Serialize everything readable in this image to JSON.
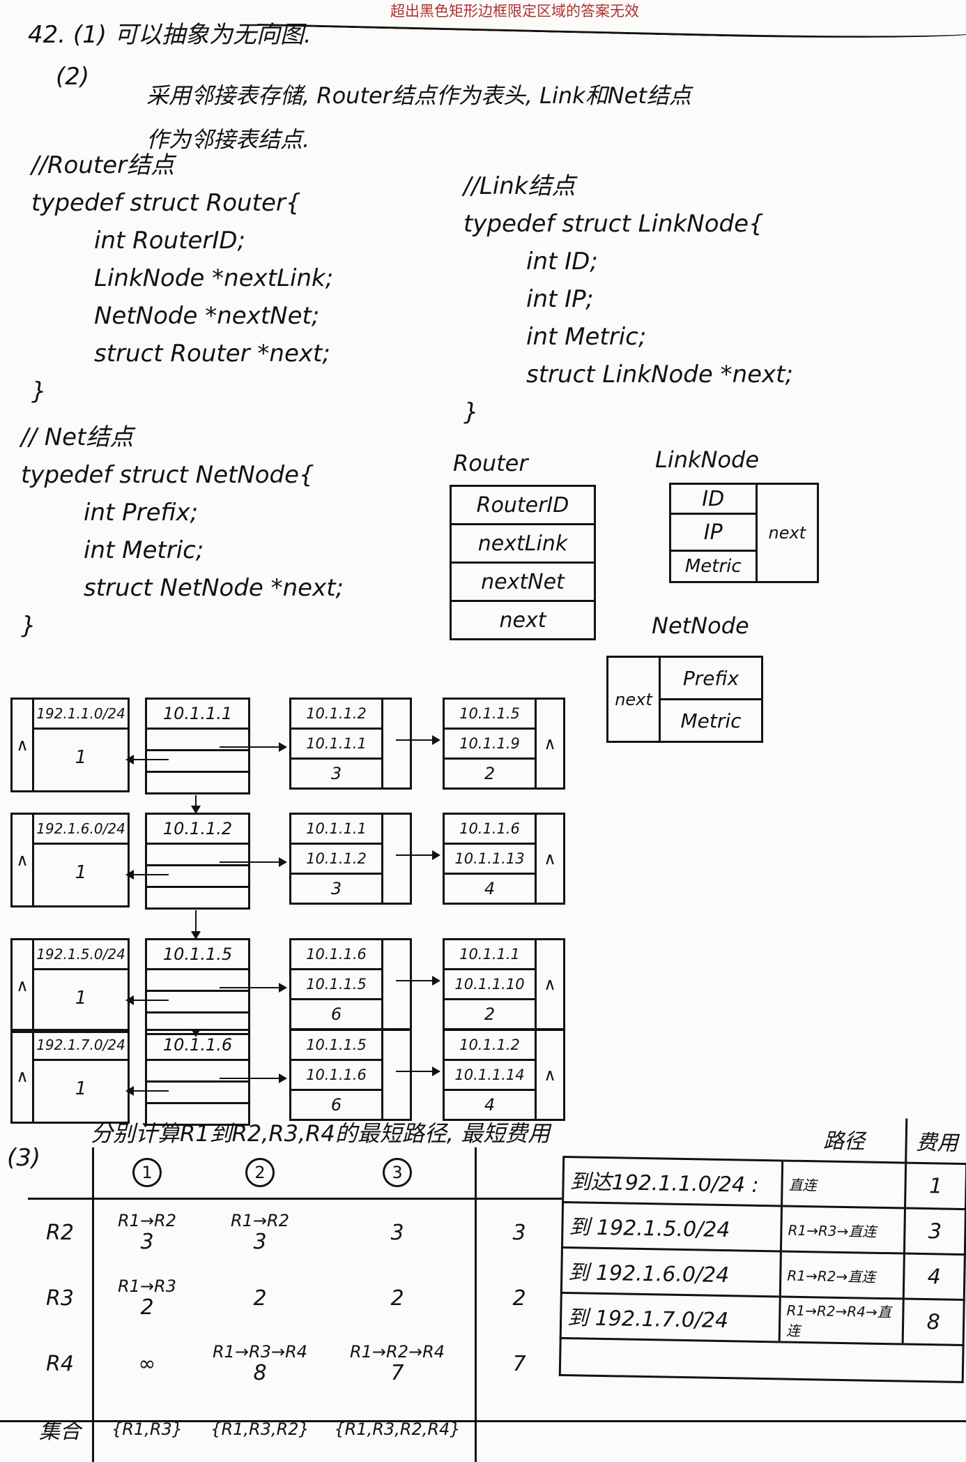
{
  "banner": "超出黑色矩形边框限定区域的答案无效",
  "q1": {
    "num": "42.",
    "label": "(1)",
    "text": "可以抽象为无向图."
  },
  "q2": {
    "label": "(2)",
    "line1": "采用邻接表存储, Router结点作为表头, Link和Net结点",
    "line2": "作为邻接表结点."
  },
  "router_struct": {
    "comment": "//Router结点",
    "lines": [
      "typedef struct Router{",
      "int RouterID;",
      "LinkNode *nextLink;",
      "NetNode *nextNet;",
      "struct Router *next;",
      "}"
    ]
  },
  "link_struct": {
    "comment": "//Link结点",
    "lines": [
      "typedef struct LinkNode{",
      "int ID;",
      "int IP;",
      "int Metric;",
      "struct LinkNode *next;",
      "}"
    ]
  },
  "net_struct": {
    "comment": "// Net结点",
    "lines": [
      "typedef struct NetNode{",
      "int Prefix;",
      "int Metric;",
      "struct NetNode *next;",
      "}"
    ]
  },
  "diagrams": {
    "router": {
      "title": "Router",
      "fields": [
        "RouterID",
        "nextLink",
        "nextNet",
        "next"
      ]
    },
    "linknode": {
      "title": "LinkNode",
      "fields": [
        "ID",
        "IP",
        "Metric"
      ],
      "next": "next"
    },
    "netnode": {
      "title": "NetNode",
      "next": "next",
      "fields": [
        "Prefix",
        "Metric"
      ]
    }
  },
  "null_symbol": "∧",
  "adjacency": [
    {
      "net": {
        "prefix": "192.1.1.0/24",
        "metric": "1"
      },
      "router": "10.1.1.1",
      "links": [
        [
          "10.1.1.2",
          "10.1.1.1",
          "3"
        ],
        [
          "10.1.1.5",
          "10.1.1.9",
          "2"
        ]
      ]
    },
    {
      "net": {
        "prefix": "192.1.6.0/24",
        "metric": "1"
      },
      "router": "10.1.1.2",
      "links": [
        [
          "10.1.1.1",
          "10.1.1.2",
          "3"
        ],
        [
          "10.1.1.6",
          "10.1.1.13",
          "4"
        ]
      ]
    },
    {
      "net": {
        "prefix": "192.1.5.0/24",
        "metric": "1"
      },
      "router": "10.1.1.5",
      "links": [
        [
          "10.1.1.6",
          "10.1.1.5",
          "6"
        ],
        [
          "10.1.1.1",
          "10.1.1.10",
          "2"
        ]
      ]
    },
    {
      "net": {
        "prefix": "192.1.7.0/24",
        "metric": "1"
      },
      "router": "10.1.1.6",
      "links": [
        [
          "10.1.1.5",
          "10.1.1.6",
          "6"
        ],
        [
          "10.1.1.2",
          "10.1.1.14",
          "4"
        ]
      ]
    }
  ],
  "q3": {
    "label": "(3)",
    "text": "分别计算R1到R2,R3,R4的最短路径, 最短费用",
    "steps": [
      "1",
      "2",
      "3"
    ],
    "rows": [
      {
        "node": "R2",
        "cells": [
          [
            "R1→R2",
            "3"
          ],
          [
            "R1→R2",
            "3"
          ],
          [
            "",
            "3"
          ]
        ],
        "final": "3"
      },
      {
        "node": "R3",
        "cells": [
          [
            "R1→R3",
            "2"
          ],
          [
            "",
            "2"
          ],
          [
            "",
            "2"
          ]
        ],
        "final": "2"
      },
      {
        "node": "R4",
        "cells": [
          [
            "",
            "∞"
          ],
          [
            "R1→R3→R4",
            "8"
          ],
          [
            "R1→R2→R4",
            "7"
          ]
        ],
        "final": "7"
      }
    ],
    "set_label": "集合",
    "sets": [
      "{R1,R3}",
      "{R1,R3,R2}",
      "{R1,R3,R2,R4}"
    ]
  },
  "routes": {
    "headers": [
      "路径",
      "费用"
    ],
    "rows": [
      {
        "dest": "到达192.1.1.0/24 :",
        "path": "直连",
        "cost": "1"
      },
      {
        "dest": "到 192.1.5.0/24",
        "path": "R1→R3→直连",
        "cost": "3"
      },
      {
        "dest": "到 192.1.6.0/24",
        "path": "R1→R2→直连",
        "cost": "4"
      },
      {
        "dest": "到 192.1.7.0/24",
        "path": "R1→R2→R4→直连",
        "cost": "8"
      }
    ]
  }
}
